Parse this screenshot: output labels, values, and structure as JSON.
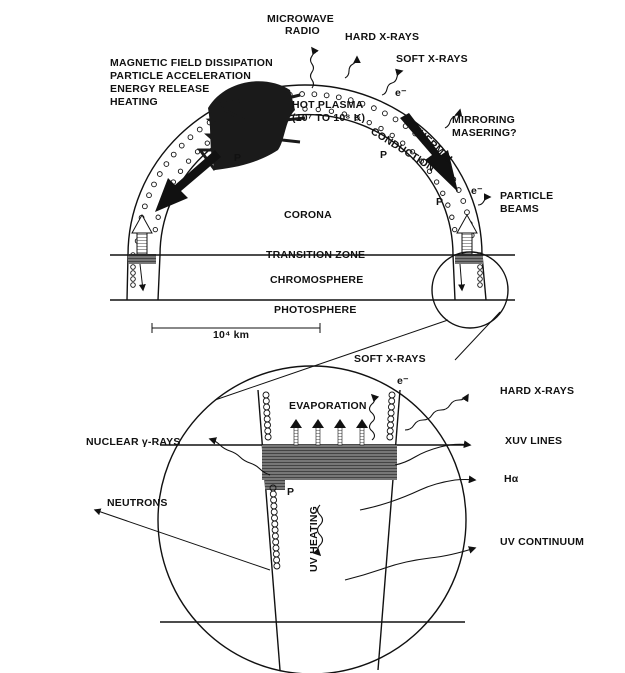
{
  "labels": {
    "microwave": "MICROWAVE",
    "radio": "RADIO",
    "hard_xrays_top": "HARD X-RAYS",
    "soft_xrays_top": "SOFT X-RAYS",
    "magnetic": "MAGNETIC FIELD DISSIPATION",
    "particle_acc": "PARTICLE ACCELERATION",
    "energy": "ENERGY RELEASE",
    "heating": "HEATING",
    "hot_plasma": "HOT PLASMA",
    "hot_plasma_range": "(10⁷ TO 10⁸ K)",
    "mirroring": "MIRRORING",
    "masering": "MASERING?",
    "thermal": "THERMAL",
    "conduction": "CONDUCTION",
    "particle": "PARTICLE",
    "beams": "BEAMS",
    "corona": "CORONA",
    "transition": "TRANSITION ZONE",
    "chromosphere": "CHROMOSPHERE",
    "photosphere": "PHOTOSPHERE",
    "scale": "10⁴ km",
    "p_left": "P",
    "p_right_top": "P",
    "p_right_low": "P",
    "e_top": "e⁻",
    "e_right": "e⁻",
    "soft_xrays_zoom": "SOFT X-RAYS",
    "hard_xrays_zoom": "HARD X-RAYS",
    "evaporation": "EVAPORATION",
    "xuv": "XUV LINES",
    "nuclear": "NUCLEAR γ-RAYS",
    "h_alpha": "Hα",
    "neutrons": "NEUTRONS",
    "uv_heating": "UV HEATING",
    "uv_cont": "UV CONTINUUM",
    "e_zoom": "e⁻",
    "p_zoom": "P"
  }
}
